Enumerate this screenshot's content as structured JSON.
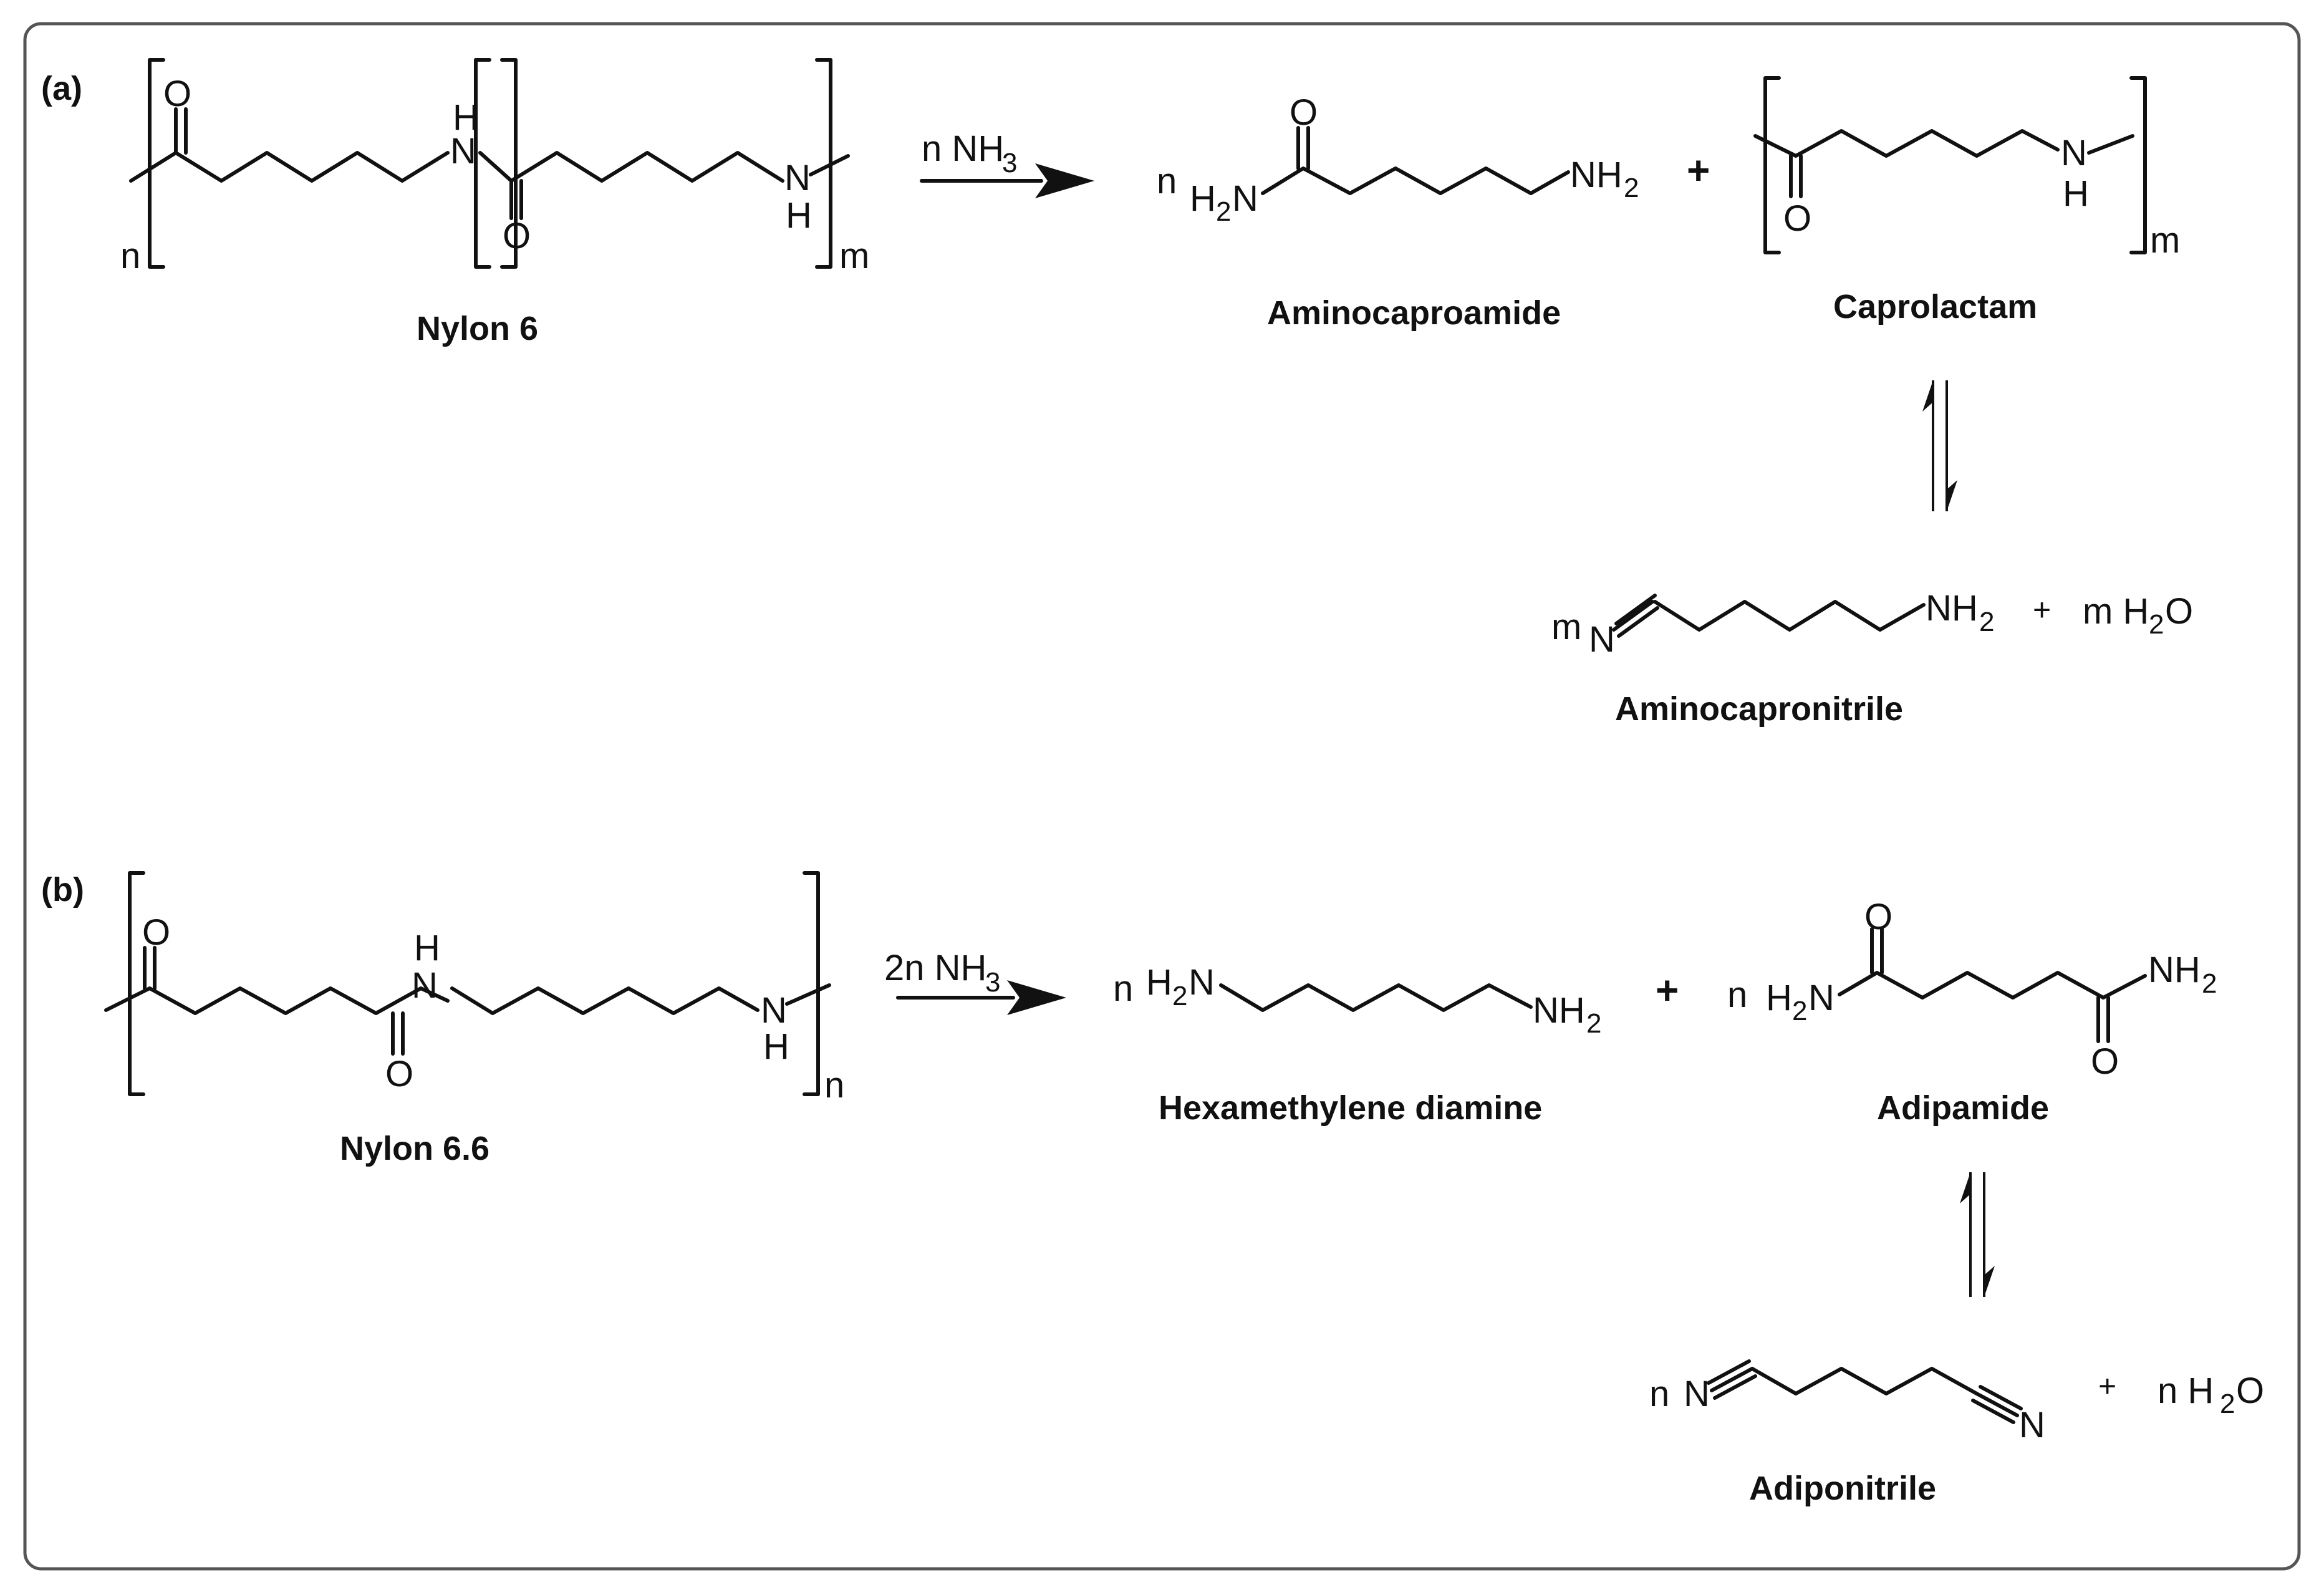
{
  "panels": {
    "a": {
      "label": "(a)",
      "reactant_name": "Nylon 6",
      "reagent": {
        "coef": "n NH",
        "sub": "3"
      },
      "products": {
        "aminocaproamide": {
          "name": "Aminocaproamide",
          "coef": "n"
        },
        "caprolactam": {
          "name": "Caprolactam"
        },
        "aminocapronitrile": {
          "name": "Aminocapronitrile",
          "coef": "m",
          "water": {
            "coef": "m H",
            "sub": "2",
            "tail": "O"
          }
        }
      },
      "repeat_labels": {
        "n": "n",
        "m": "m"
      }
    },
    "b": {
      "label": "(b)",
      "reactant_name": "Nylon 6.6",
      "reagent": {
        "coef": "2n NH",
        "sub": "3"
      },
      "products": {
        "hexamethylene_diamine": {
          "name": "Hexamethylene diamine",
          "coef": "n"
        },
        "adipamide": {
          "name": "Adipamide",
          "coef": "n"
        },
        "adiponitrile": {
          "name": "Adiponitrile",
          "coef": "n",
          "water": {
            "coef": "n H",
            "sub": "2",
            "tail": "O"
          }
        }
      },
      "repeat_labels": {
        "n": "n"
      }
    }
  },
  "symbols": {
    "plus": "+",
    "small_plus": "+"
  },
  "atoms": {
    "O": "O",
    "N": "N",
    "H": "H",
    "NH": "NH",
    "NH2_base": "NH",
    "H2N_H": "H",
    "H2N_N": "N",
    "two": "2"
  }
}
